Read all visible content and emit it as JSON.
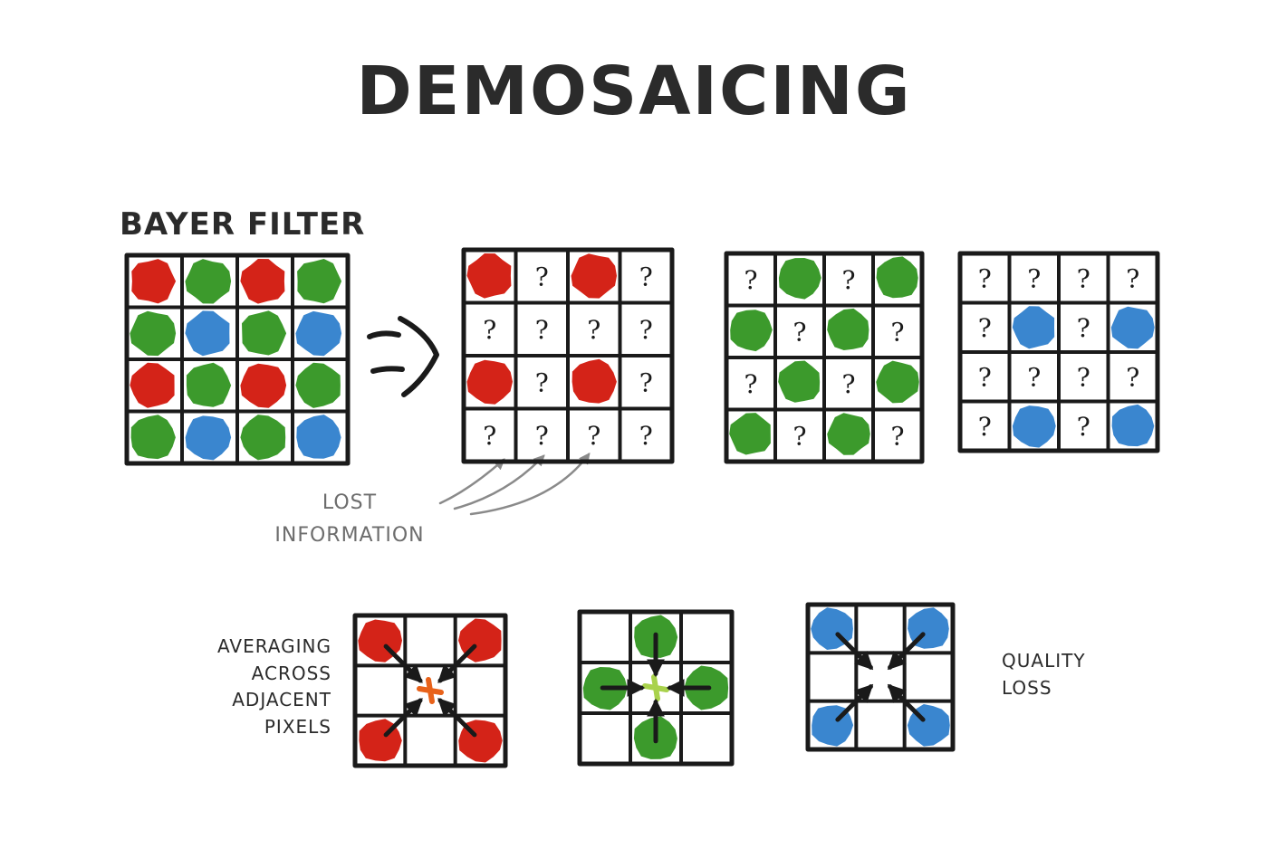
{
  "title": "DEMOSAICING",
  "bayer_label": "BAYER FILTER",
  "lost_label": [
    "LOST",
    "INFORMATION"
  ],
  "averaging_label": [
    "AVERAGING",
    "ACROSS",
    "ADJACENT",
    "PIXELS"
  ],
  "quality_label": [
    "QUALITY",
    "LOSS"
  ],
  "question_mark": "?",
  "colors": {
    "red": "#d42318",
    "green": "#3c9a2c",
    "blue": "#3a86cf",
    "orange": "#e8621a",
    "lime": "#a9d24c",
    "ink": "#1a1a1a",
    "gray": "#8a8a8a"
  },
  "bayer_pattern": [
    [
      "R",
      "G",
      "R",
      "G"
    ],
    [
      "G",
      "B",
      "G",
      "B"
    ],
    [
      "R",
      "G",
      "R",
      "G"
    ],
    [
      "G",
      "B",
      "G",
      "B"
    ]
  ],
  "channel_grids": [
    {
      "channel": "red",
      "cells": [
        [
          "R",
          "?",
          "R",
          "?"
        ],
        [
          "?",
          "?",
          "?",
          "?"
        ],
        [
          "R",
          "?",
          "R",
          "?"
        ],
        [
          "?",
          "?",
          "?",
          "?"
        ]
      ]
    },
    {
      "channel": "green",
      "cells": [
        [
          "?",
          "G",
          "?",
          "G"
        ],
        [
          "G",
          "?",
          "G",
          "?"
        ],
        [
          "?",
          "G",
          "?",
          "G"
        ],
        [
          "G",
          "?",
          "G",
          "?"
        ]
      ]
    },
    {
      "channel": "blue",
      "cells": [
        [
          "?",
          "?",
          "?",
          "?"
        ],
        [
          "?",
          "B",
          "?",
          "B"
        ],
        [
          "?",
          "?",
          "?",
          "?"
        ],
        [
          "?",
          "B",
          "?",
          "B"
        ]
      ]
    }
  ],
  "averaging_examples": [
    {
      "channel": "red",
      "filled": "corners",
      "center": "orange"
    },
    {
      "channel": "green",
      "filled": "edges",
      "center": "lime"
    },
    {
      "channel": "blue",
      "filled": "corners",
      "center": "none"
    }
  ]
}
